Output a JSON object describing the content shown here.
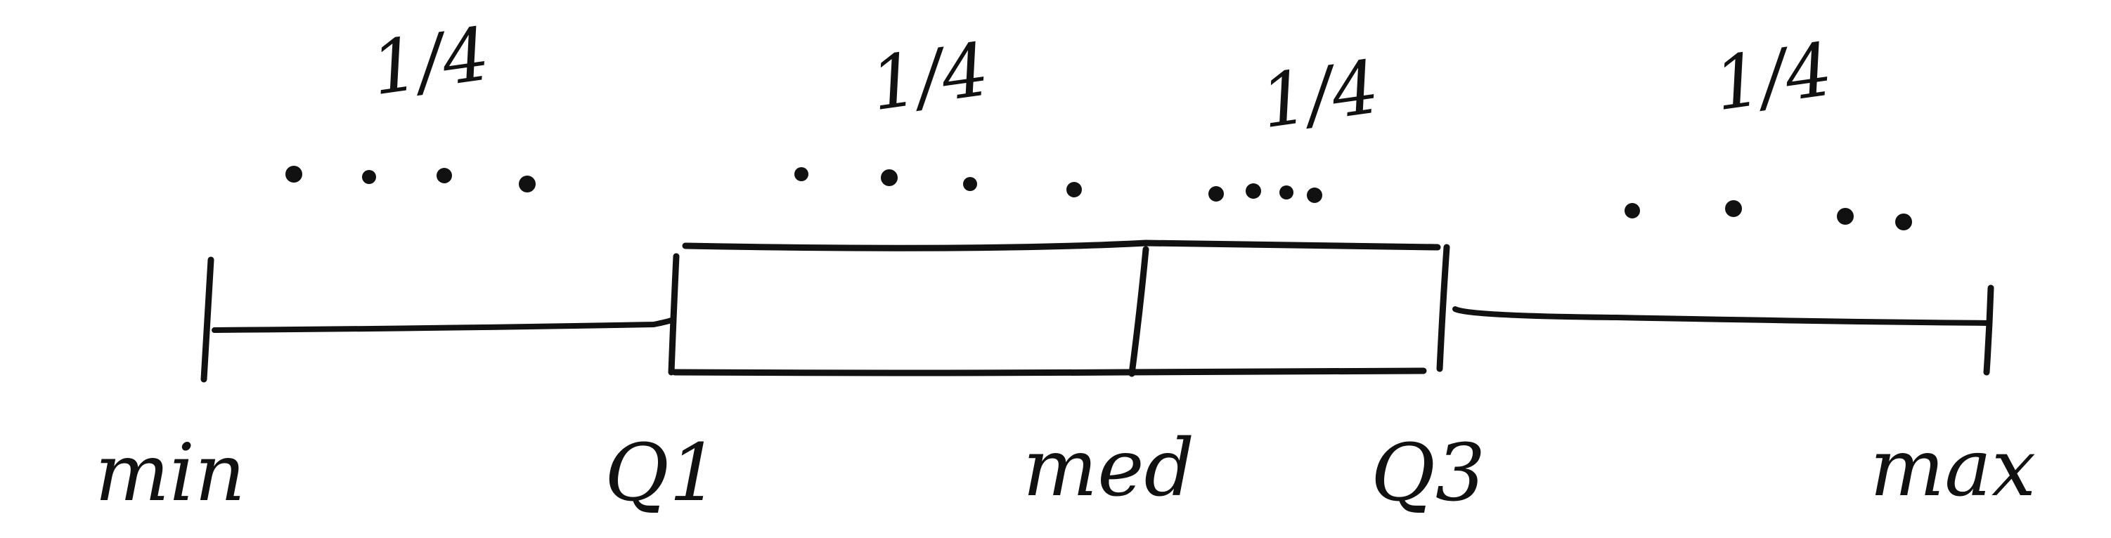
{
  "diagram": {
    "segments": [
      {
        "fraction": "1/4",
        "dot_count": 4
      },
      {
        "fraction": "1/4",
        "dot_count": 4
      },
      {
        "fraction": "1/4",
        "dot_count": 4
      },
      {
        "fraction": "1/4",
        "dot_count": 4
      }
    ],
    "labels": {
      "min": "min",
      "q1": "Q1",
      "median": "med",
      "q3": "Q3",
      "max": "max"
    },
    "ink_color": "#111111",
    "background": "#ffffff"
  }
}
